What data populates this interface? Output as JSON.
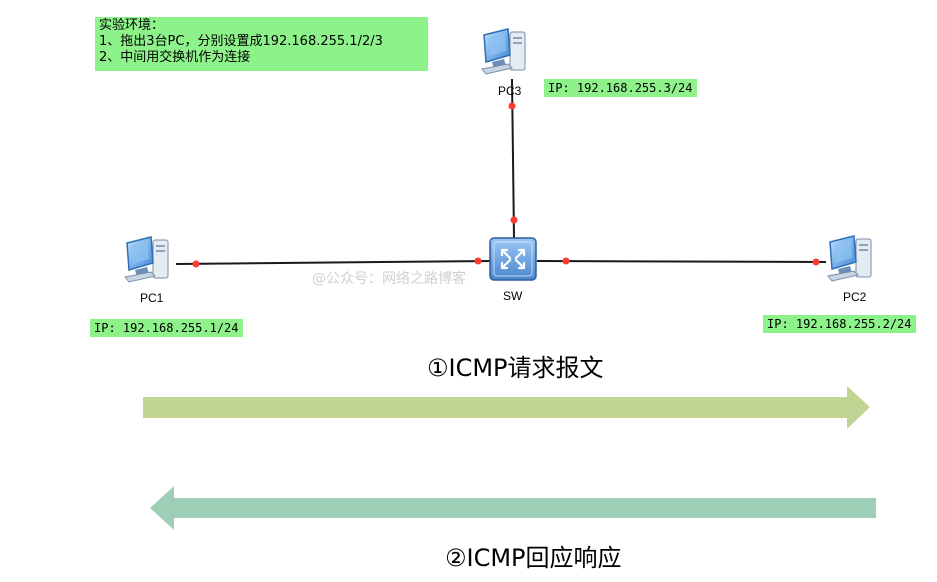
{
  "note": {
    "lines": [
      "实验环境：",
      "1、拖出3台PC，分别设置成192.168.255.1/2/3",
      "2、中间用交换机作为连接"
    ]
  },
  "devices": {
    "pc1": {
      "label": "PC1",
      "ip": "IP: 192.168.255.1/24"
    },
    "pc2": {
      "label": "PC2",
      "ip": "IP: 192.168.255.2/24"
    },
    "pc3": {
      "label": "PC3",
      "ip": "IP: 192.168.255.3/24"
    },
    "sw": {
      "label": "SW"
    }
  },
  "watermark": "@公众号：网络之路博客",
  "flows": {
    "request": {
      "label": "①ICMP请求报文",
      "color": "#c2d493",
      "direction": "right"
    },
    "reply": {
      "label": "②ICMP回应响应",
      "color": "#9ecfb6",
      "direction": "left"
    }
  },
  "colors": {
    "ip_box": "#8ef28b",
    "port_dot": "#ff3b30",
    "link": "#1a1a1a"
  }
}
